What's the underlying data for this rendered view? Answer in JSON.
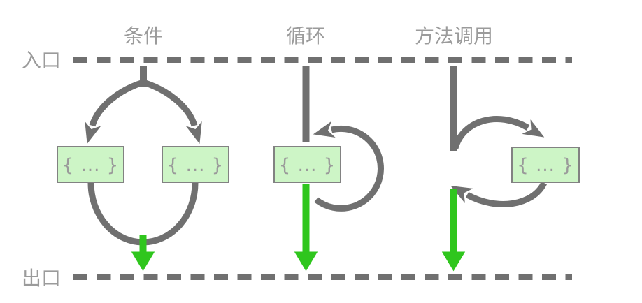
{
  "diagram": {
    "entry_label": "入口",
    "exit_label": "出口",
    "columns": [
      {
        "title": "条件",
        "boxes": [
          "{ ... }",
          "{ ... }"
        ]
      },
      {
        "title": "循环",
        "boxes": [
          "{ ... }"
        ]
      },
      {
        "title": "方法调用",
        "boxes": [
          "{ ... }"
        ]
      }
    ]
  },
  "colors": {
    "line-gray": "#707070",
    "label-gray": "#9b9b9b",
    "green": "#2fc61d",
    "box-fill": "#cdf5c6",
    "box-border": "#828282",
    "box-text": "#9a9a9a"
  }
}
